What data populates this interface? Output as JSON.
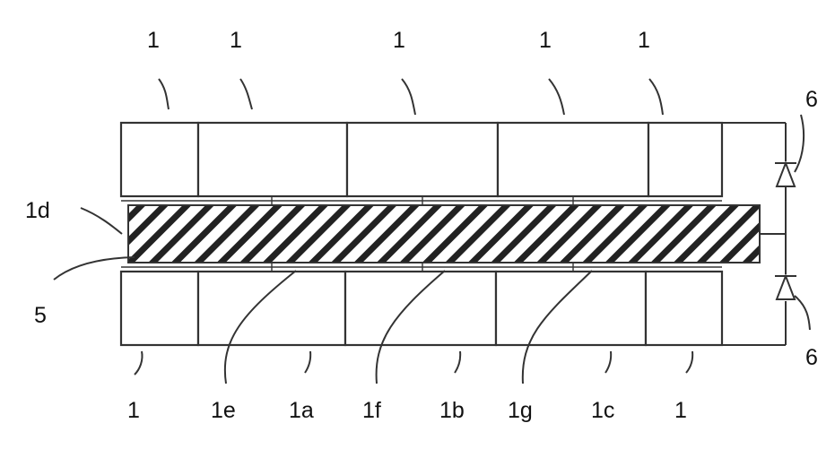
{
  "labels": {
    "top_1a": "1",
    "top_1b": "1",
    "top_1c": "1",
    "top_1d": "1",
    "top_1e": "1",
    "right_6_top": "6",
    "right_6_bottom": "6",
    "left_1d": "1d",
    "left_5": "5",
    "bottom_1_left": "1",
    "bottom_1e": "1e",
    "bottom_1a": "1a",
    "bottom_1f": "1f",
    "bottom_1b": "1b",
    "bottom_1g": "1g",
    "bottom_1c": "1c",
    "bottom_1_right": "1"
  },
  "hatch_color": "#222222"
}
